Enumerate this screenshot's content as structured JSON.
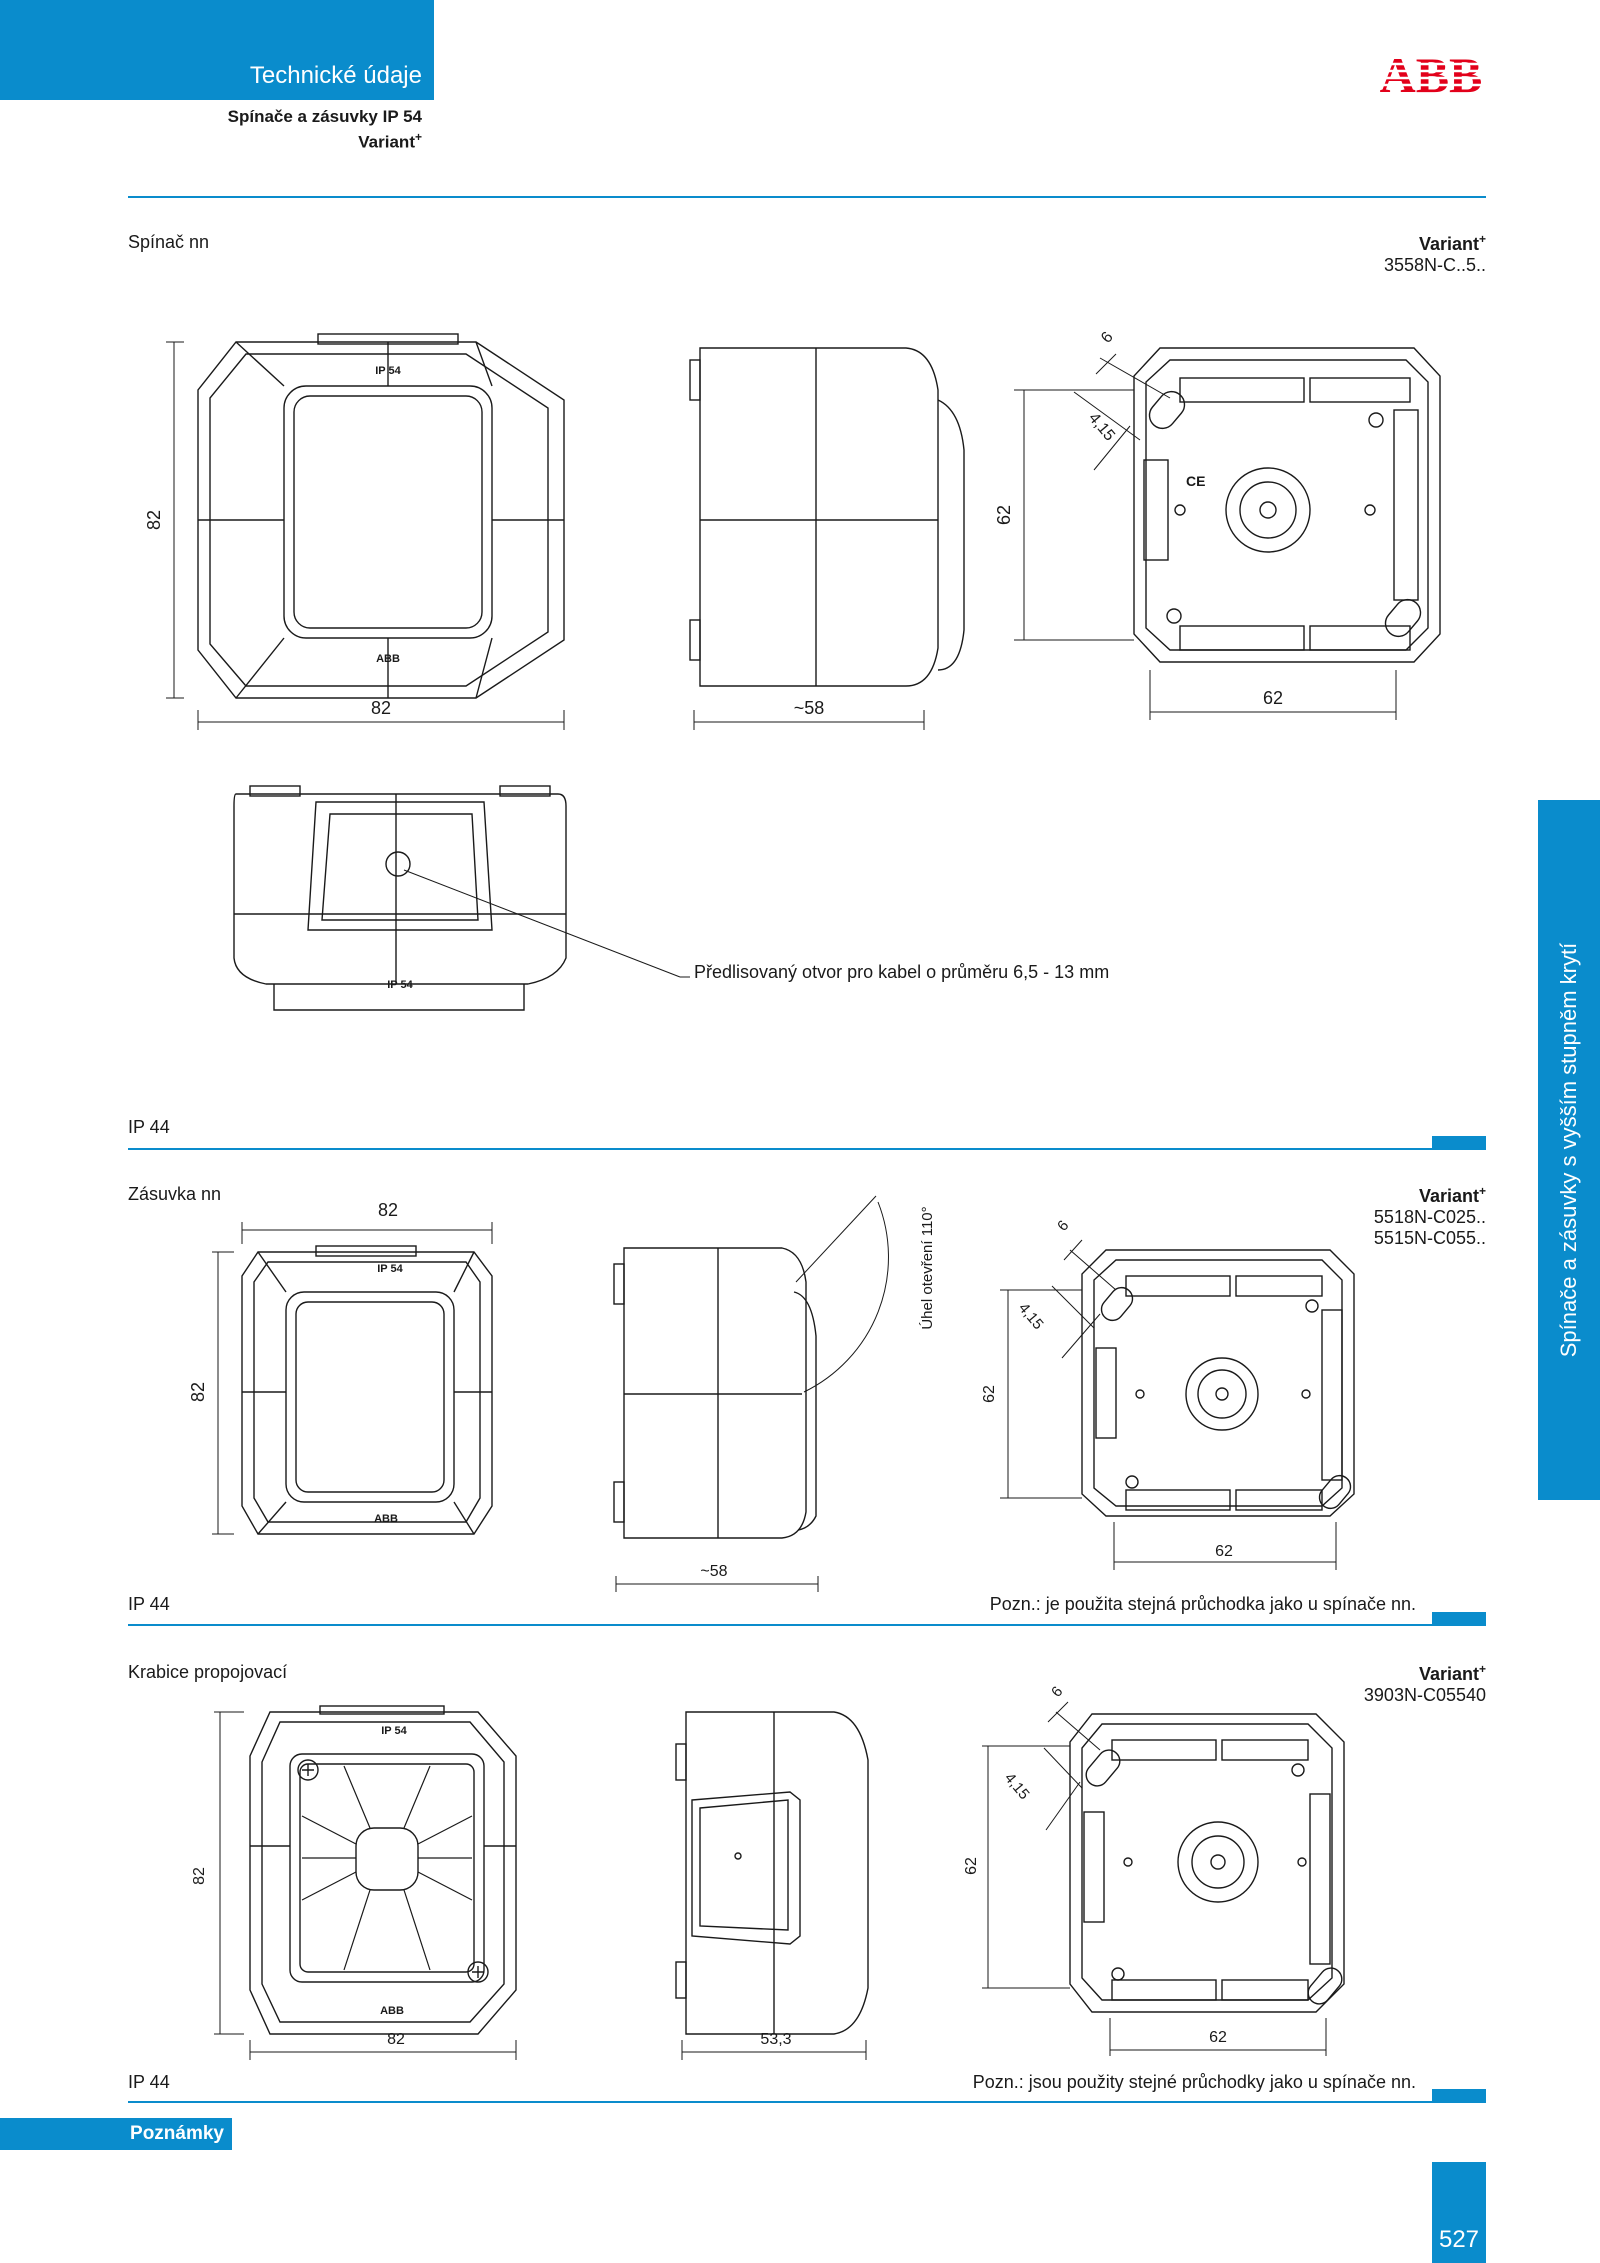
{
  "header": {
    "title": "Technické údaje",
    "subtitle_line1": "Spínače a zásuvky IP 54",
    "subtitle_line2": "Variant",
    "plus": "+",
    "logo_text": "ABB"
  },
  "side_tab": {
    "text": "Spínače a zásuvky s vyšším stupněm krytí"
  },
  "sections": [
    {
      "title": "Spínač nn",
      "variant": "Variant",
      "plus": "+",
      "codes": [
        "3558N-C..5.."
      ],
      "ip": "IP 44",
      "note": "",
      "dims": {
        "front_w": "82",
        "front_h": "82",
        "side_w": "~58",
        "back_w": "62",
        "back_h": "62",
        "d6": "6",
        "d415": "4,15"
      },
      "mark_ip": "IP 54",
      "mark_abb": "ABB",
      "callout": "Předlisovaný otvor pro kabel o průměru 6,5 - 13 mm"
    },
    {
      "title": "Zásuvka nn",
      "variant": "Variant",
      "plus": "+",
      "codes": [
        "5518N-C025..",
        "5515N-C055.."
      ],
      "ip": "IP 44",
      "note": "Pozn.: je použita stejná průchodka jako u spínače nn.",
      "dims": {
        "front_w": "82",
        "front_h": "82",
        "side_w": "~58",
        "back_w": "62",
        "back_h": "62",
        "d6": "6",
        "d415": "4,15"
      },
      "angle_label": "Úhel otevření 110°",
      "mark_ip": "IP 54",
      "mark_abb": "ABB"
    },
    {
      "title": "Krabice propojovací",
      "variant": "Variant",
      "plus": "+",
      "codes": [
        "3903N-C05540"
      ],
      "ip": "IP 44",
      "note": "Pozn.: jsou použity stejné průchodky jako u spínače nn.",
      "dims": {
        "front_w": "82",
        "front_h": "82",
        "side_w": "53,3",
        "back_w": "62",
        "back_h": "62",
        "d6": "6",
        "d415": "4,15"
      },
      "mark_ip": "IP 54",
      "mark_abb": "ABB"
    }
  ],
  "footer": {
    "notes_label": "Poznámky",
    "page_number": "527"
  },
  "colors": {
    "accent": "#0a8ccc",
    "logo": "#e2001a",
    "line": "#1a1a1a"
  }
}
